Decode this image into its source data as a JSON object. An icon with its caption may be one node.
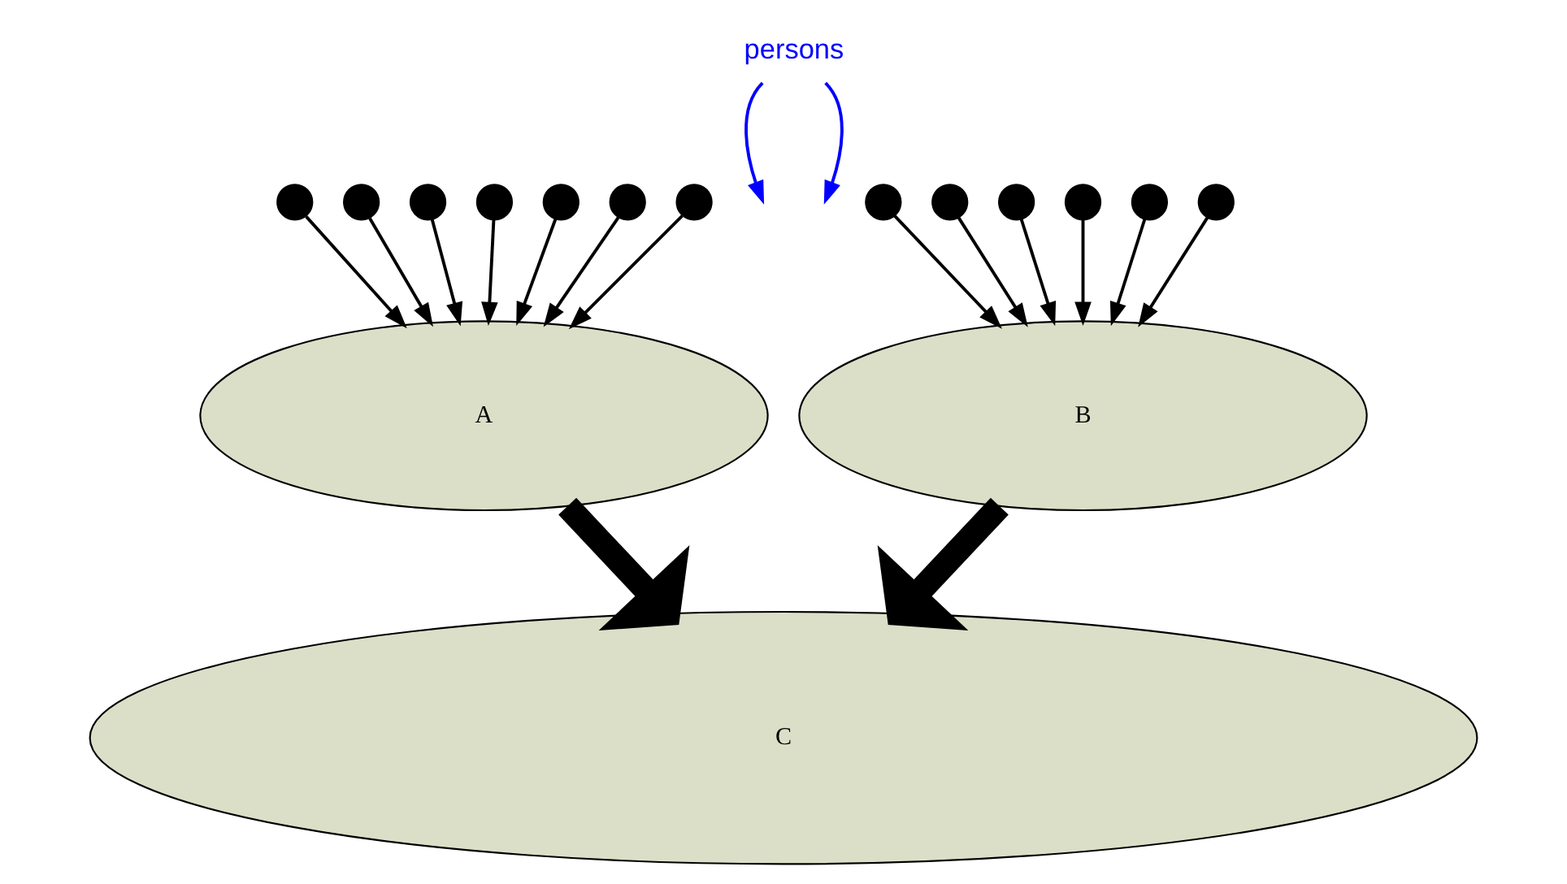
{
  "diagram": {
    "nodes": [
      {
        "text": [
          "persons"
        ]
      },
      {
        "text": [],
        "shape": "circle"
      },
      {
        "text": [],
        "shape": "circle"
      },
      {
        "text": [],
        "shape": "circle"
      },
      {
        "text": [],
        "shape": "circle"
      },
      {
        "text": [],
        "shape": "circle"
      },
      {
        "text": [],
        "shape": "circle"
      },
      {
        "text": [],
        "shape": "circle"
      },
      {
        "text": [],
        "shape": "circle"
      },
      {
        "text": [],
        "shape": "circle"
      },
      {
        "text": [],
        "shape": "circle"
      },
      {
        "text": [],
        "shape": "circle"
      },
      {
        "text": [],
        "shape": "circle"
      },
      {
        "text": [],
        "shape": "circle"
      },
      {
        "text": [
          "A"
        ]
      },
      {
        "text": [
          "B"
        ]
      },
      {
        "text": [
          "C"
        ]
      }
    ],
    "edges": [
      {
        "from": 0,
        "to": null,
        "arrow": "to",
        "color": "#0000ff"
      },
      {
        "from": 0,
        "to": null,
        "arrow": "to",
        "color": "#0000ff"
      },
      {
        "from": 1,
        "to": 14,
        "arrow": "to"
      },
      {
        "from": 2,
        "to": 14,
        "arrow": "to"
      },
      {
        "from": 3,
        "to": 14,
        "arrow": "to"
      },
      {
        "from": 4,
        "to": 14,
        "arrow": "to"
      },
      {
        "from": 5,
        "to": 14,
        "arrow": "to"
      },
      {
        "from": 6,
        "to": 14,
        "arrow": "to"
      },
      {
        "from": 7,
        "to": 14,
        "arrow": "to"
      },
      {
        "from": 8,
        "to": 15,
        "arrow": "to"
      },
      {
        "from": 9,
        "to": 15,
        "arrow": "to"
      },
      {
        "from": 10,
        "to": 15,
        "arrow": "to"
      },
      {
        "from": 11,
        "to": 15,
        "arrow": "to"
      },
      {
        "from": 12,
        "to": 15,
        "arrow": "to"
      },
      {
        "from": 13,
        "to": 15,
        "arrow": "to"
      },
      {
        "from": 14,
        "to": 16,
        "arrow": "to",
        "style": "thick"
      },
      {
        "from": 15,
        "to": 16,
        "arrow": "to",
        "style": "thick"
      }
    ]
  }
}
